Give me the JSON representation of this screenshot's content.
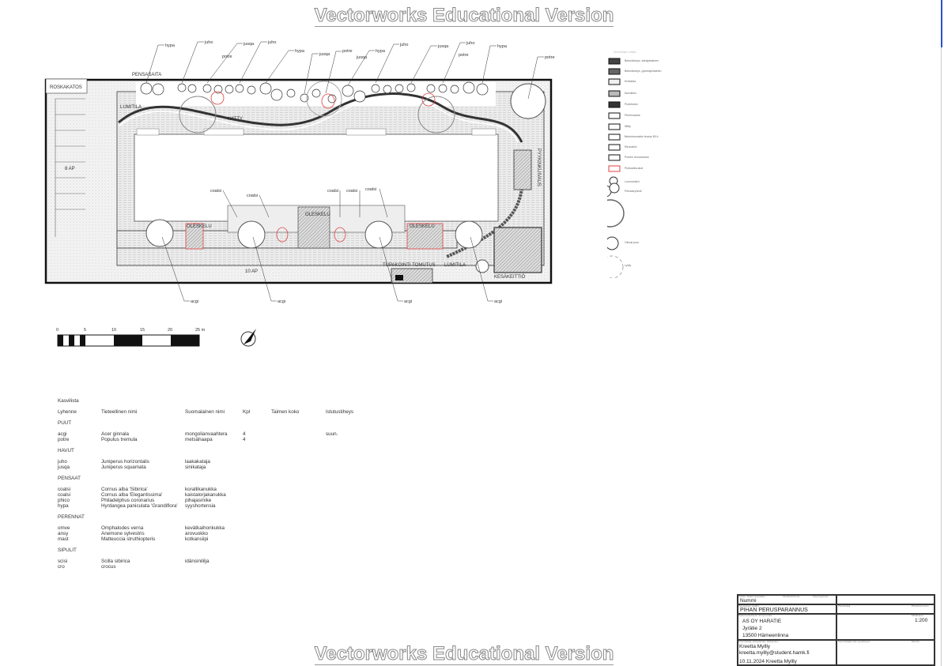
{
  "watermark": "Vectorworks Educational Version",
  "plan": {
    "areas": {
      "roskakatos": "ROSKAKATOS",
      "pensasaita": "PENSASAITA",
      "lumitila_top": "LUMITILA",
      "niitty": "NIITTY",
      "parking_8": "8 AP",
      "parking_10": "10 AP",
      "oleskelu": "OLESKELU",
      "pyykinkuivaus": "PYYKINKUIVAUS",
      "tupakointi": "TUPAKOINTI  TOMUTUS",
      "lumitila_bottom": "LUMITILA",
      "kesakeittio": "KESÄKEITTIÖ"
    },
    "top_labels": [
      "hypa",
      "juho",
      "jusqa",
      "juho",
      "hypa",
      "potre",
      "jusqa",
      "potre",
      "jusqa",
      "hypa",
      "juho",
      "jusqa",
      "juho",
      "potre",
      "hypa",
      "potre"
    ],
    "coalsi_labels": [
      "coalsi",
      "coalsi",
      "coalsi",
      "coalsi",
      "coalsi"
    ],
    "bottom_labels": [
      "acgi",
      "acgi",
      "acgi",
      "acgi"
    ]
  },
  "scale_bar": {
    "ticks": [
      "0",
      "5",
      "10",
      "15",
      "20",
      "25 m"
    ]
  },
  "legend": {
    "title": "Merkintöjen selitys",
    "items": [
      "Betonikiveys, sileäpintainen",
      "Betonikiveys, pyöreäpintainen",
      "Kivituhka",
      "Nurmikko",
      "Puuterassi",
      "Perennaalue",
      "Niitty",
      "Betonireunakivi leveys 80 b",
      "Reunakivi",
      "Puinen reunanauha",
      "Purkuaika-alue",
      "Luonnonkivi",
      "Pensasryhmä",
      "Olevat puut",
      "Lyhty"
    ],
    "accent_color": "#e04040"
  },
  "plant_list": {
    "title": "Kasvilista",
    "headers": [
      "Lyhenne",
      "Tieteellinen nimi",
      "Suomalainen nimi",
      "Kpl",
      "Taimen koko",
      "Istutustiheys"
    ],
    "groups": [
      {
        "name": "PUUT",
        "rows": [
          [
            "acgi",
            "Acer ginnala",
            "mongolianvaahtera",
            "4",
            "",
            "suun."
          ],
          [
            "potre",
            "Populus tremula",
            "metsähaapa",
            "4",
            "",
            ""
          ]
        ]
      },
      {
        "name": "HAVUT",
        "rows": [
          [
            "juho",
            "Juniperus horizontalis",
            "laakakataja",
            "",
            "",
            ""
          ],
          [
            "jusqa",
            "Juniperus squamata",
            "sinikataja",
            "",
            "",
            ""
          ]
        ]
      },
      {
        "name": "PENSAAT",
        "rows": [
          [
            "coalsi",
            "Cornus alba 'Sibirica'",
            "korallikanukka",
            "",
            "",
            ""
          ],
          [
            "coalsi",
            "Cornus alba 'Elegantissima'",
            "kaistalorjakanukka",
            "",
            "",
            ""
          ],
          [
            "phico",
            "Philadelphus coronarius",
            "pihajasmike",
            "",
            "",
            ""
          ],
          [
            "hypa",
            "Hyrdangea paniculata 'Grandiflora'",
            "syyshortensia",
            "",
            "",
            ""
          ]
        ]
      },
      {
        "name": "PERENNAT",
        "rows": [
          [
            "omve",
            "Omphalodes verna",
            "kevätkaihonkukka",
            "",
            "",
            ""
          ],
          [
            "ansy",
            "Anemone sylvestris",
            "arovuokko",
            "",
            "",
            ""
          ],
          [
            "mast",
            "Matteuccia struthiopteris",
            "kotkansiipi",
            "",
            "",
            ""
          ]
        ]
      },
      {
        "name": "SIPULIT",
        "rows": [
          [
            "scisi",
            "Scilla sibirica",
            "idänsinililja",
            "",
            "",
            ""
          ],
          [
            "cro",
            "crocus",
            "",
            "",
            "",
            ""
          ]
        ]
      }
    ]
  },
  "title_block": {
    "caption_a": "Kohde / Rakennuspaikka",
    "caption_b": "Kiinteistötunnus",
    "caption_c": "Kaupunginosa",
    "caption_d": "Piirustuksen sisältö",
    "caption_e": "Piirustuslaji",
    "caption_f": "Piirustusnumero",
    "caption_g": "Rakennuskohteen nimi ja osoite",
    "caption_h": "Mittakaava",
    "caption_i": "Suunnittelija, yhteystiedot, allekirjoitus",
    "caption_j": "Suunnittelijan tutk. ja pätevyys",
    "caption_k": "Muutos",
    "location": "Nummi",
    "project": "PIHAN PERUSPARANNUS",
    "client": "AS OY HARATIE",
    "street": "Jyrätie 2",
    "city": "13500 Hämeenlinna",
    "scale": "1:200",
    "designer": "Kreetta Myllly",
    "email": "kreetta.myllly@student.hamk.fi",
    "signature": "10.11.2024 Kreetta Myllly"
  }
}
